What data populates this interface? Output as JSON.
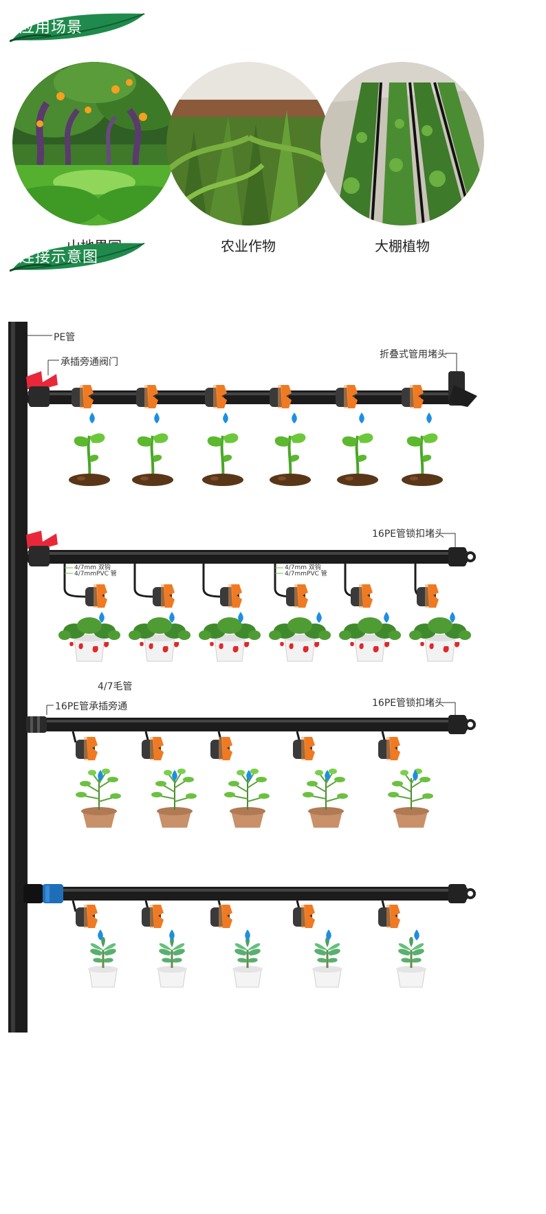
{
  "sections": {
    "scenarios_title": "应用场景",
    "connection_title": "连接示意图"
  },
  "scenes": [
    {
      "caption": "山地果园"
    },
    {
      "caption": "农业作物"
    },
    {
      "caption": "大棚植物"
    }
  ],
  "diagram": {
    "main_pipe": "PE管",
    "bypass_valve": "承插旁通阀门",
    "folding_end_plug": "折叠式管用堵头",
    "lock_end_plug_1": "16PE管锁扣堵头",
    "hook_1": "4/7mm 双钩",
    "pvc_1": "4/7mmPVC 管",
    "hook_2": "4/7mm 双钩",
    "pvc_2": "4/7mmPVC 管",
    "capillary": "4/7毛管",
    "socket_bypass": "16PE管承插旁通",
    "lock_end_plug_2": "16PE管锁扣堵头"
  },
  "colors": {
    "banner_green": "#1f8a4c",
    "pipe": "#1c1c1c",
    "dripper_orange": "#f07a22",
    "valve_red": "#e8283a",
    "leaf_green": "#5cb82e",
    "water_blue": "#1e8fe0",
    "soil": "#5a3618"
  }
}
